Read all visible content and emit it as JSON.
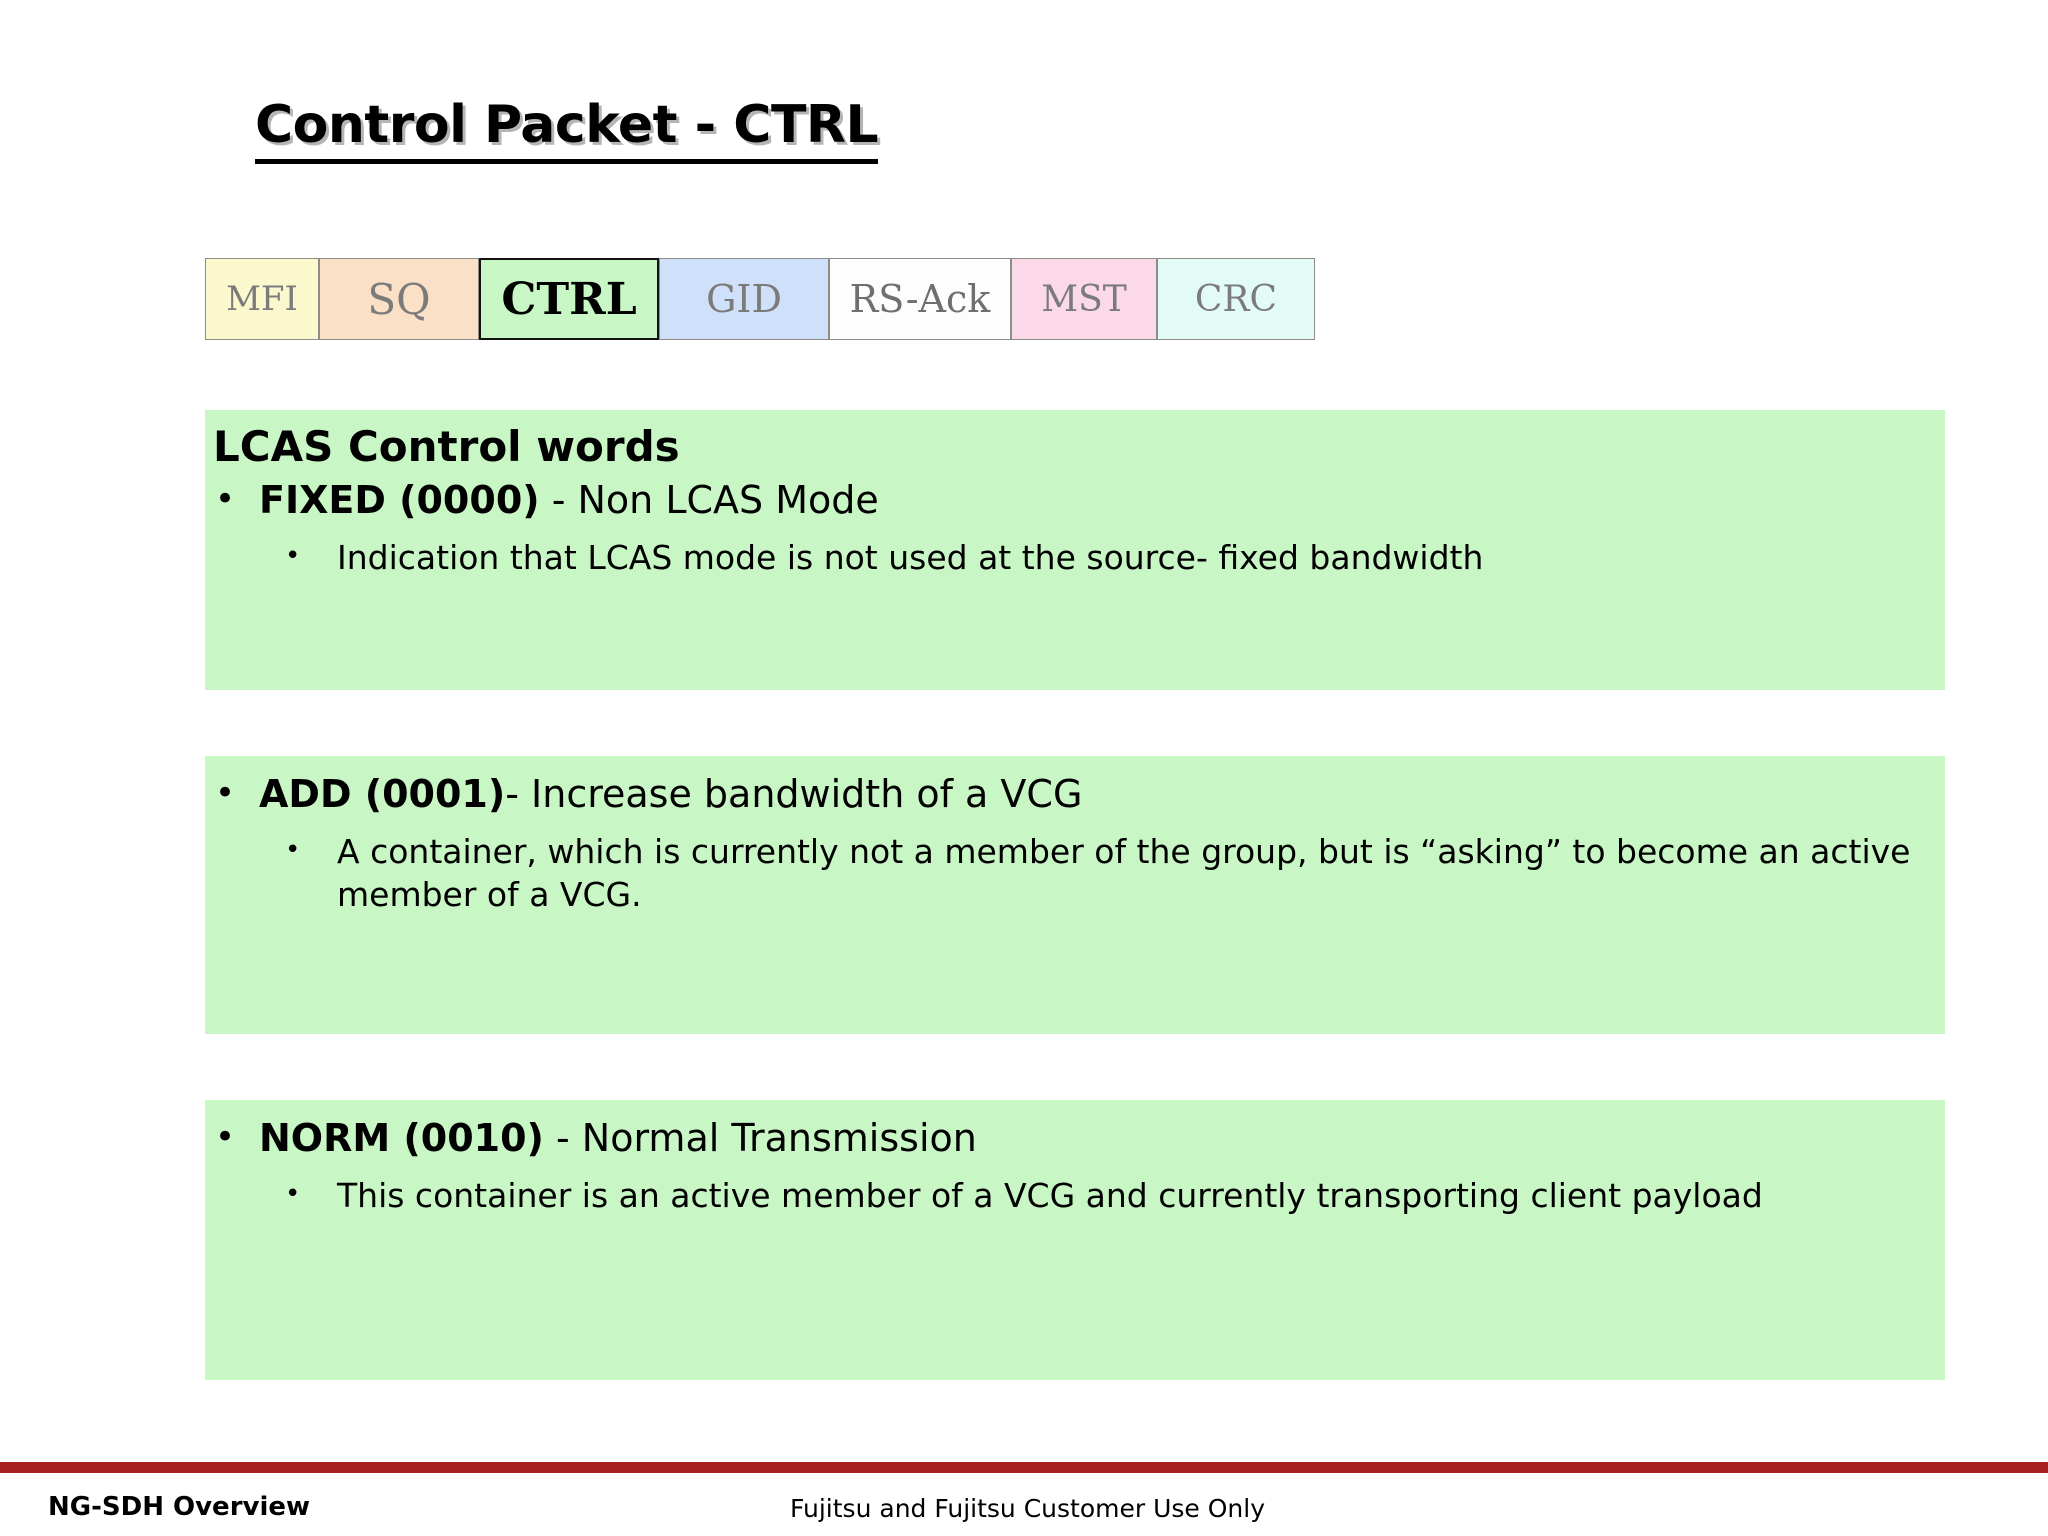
{
  "slide": {
    "title": "Control Packet - CTRL",
    "footer_left": "NG-SDH Overview",
    "footer_center": "Fujitsu and Fujitsu Customer Use Only"
  },
  "packet_header": {
    "cells": [
      {
        "label": "MFI",
        "bg": "#fbf8cd",
        "text_color": "#7b7b7b",
        "width": 114,
        "font_size": 34,
        "emphasized": false
      },
      {
        "label": "SQ",
        "bg": "#fbe0c8",
        "text_color": "#7b7b7b",
        "width": 160,
        "font_size": 42,
        "emphasized": false
      },
      {
        "label": "CTRL",
        "bg": "#c8f7c5",
        "text_color": "#000000",
        "width": 180,
        "font_size": 44,
        "emphasized": true
      },
      {
        "label": "GID",
        "bg": "#cfe1fa",
        "text_color": "#7b7b7b",
        "width": 170,
        "font_size": 38,
        "emphasized": false
      },
      {
        "label": "RS-Ack",
        "bg": "#fdfdfd",
        "text_color": "#6f6f6f",
        "width": 182,
        "font_size": 38,
        "emphasized": false
      },
      {
        "label": "MST",
        "bg": "#fbd9e8",
        "text_color": "#7b7b7b",
        "width": 146,
        "font_size": 36,
        "emphasized": false
      },
      {
        "label": "CRC",
        "bg": "#e3fbf7",
        "text_color": "#7b7b7b",
        "width": 158,
        "font_size": 36,
        "emphasized": false
      }
    ]
  },
  "blocks": [
    {
      "heading": "LCAS Control words",
      "bullet_marker": "•",
      "bullet_bold": "FIXED (0000)",
      "bullet_rest": " - Non LCAS Mode",
      "sub_marker": "•",
      "sub_text": "Indication that LCAS mode is not used at the source- fixed bandwidth"
    },
    {
      "heading": "",
      "bullet_marker": "•",
      "bullet_bold": "ADD (0001)",
      "bullet_rest": "- Increase bandwidth of a VCG",
      "sub_marker": "•",
      "sub_text": "A container, which is currently not a member of the group, but is “asking” to become an active member of a VCG."
    },
    {
      "heading": "",
      "bullet_marker": "•",
      "bullet_bold": "NORM (0010)",
      "bullet_rest": " - Normal Transmission",
      "sub_marker": "•",
      "sub_text": "This container is an active  member of a VCG and currently transporting client payload"
    }
  ],
  "colors": {
    "block_green": "#c8f7c5",
    "footer_rule_red": "#a81f1f",
    "page_background": "#ffffff"
  }
}
